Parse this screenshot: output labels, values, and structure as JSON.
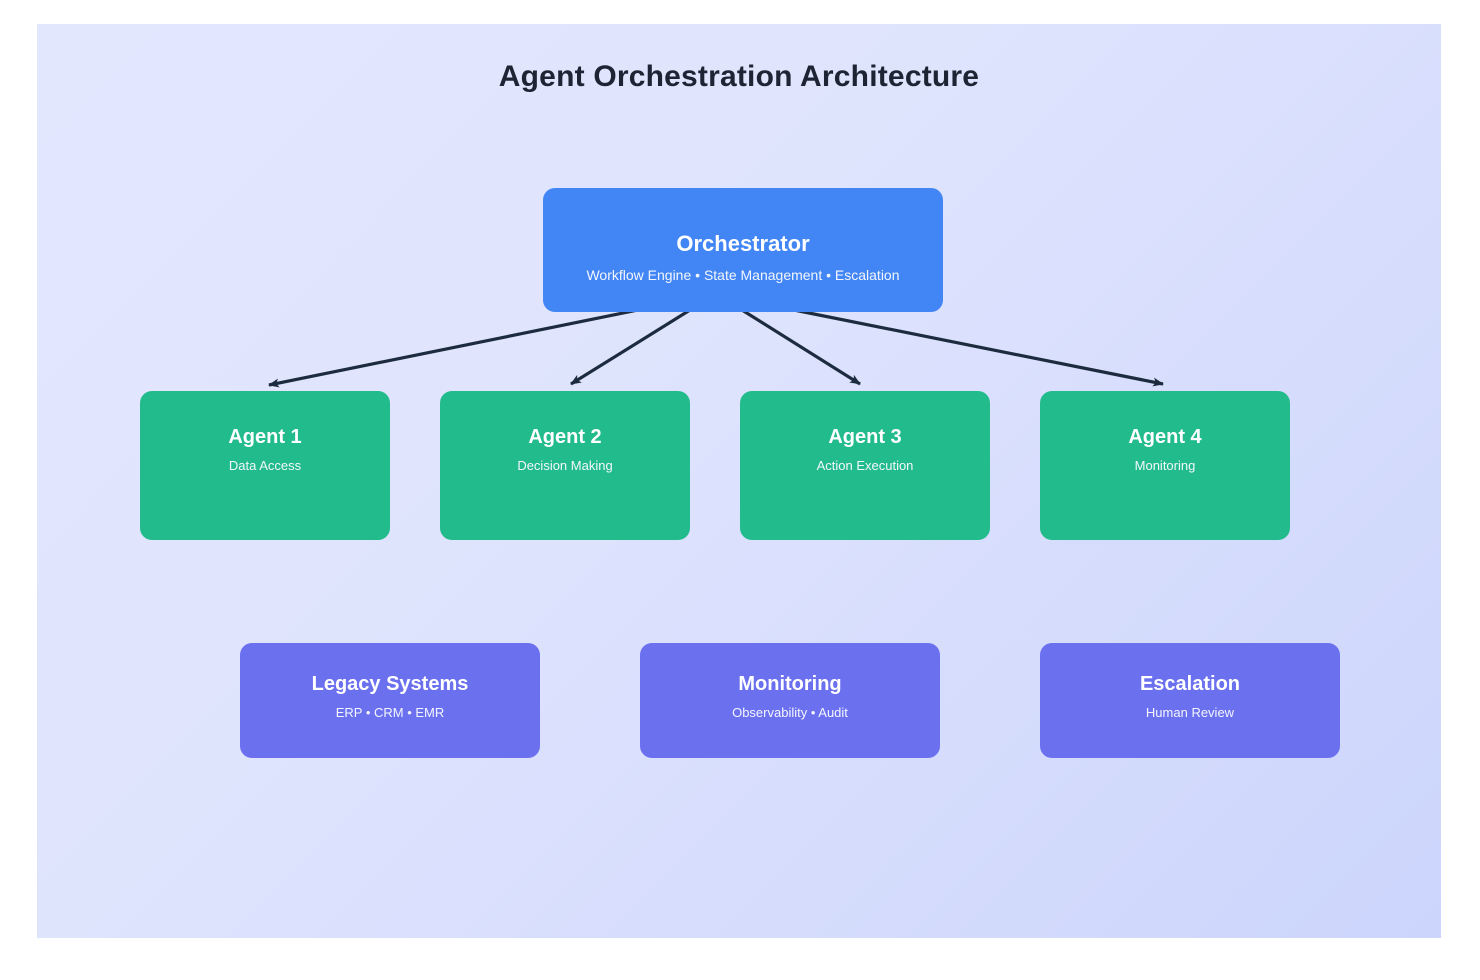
{
  "diagram": {
    "title": "Agent Orchestration Architecture",
    "background_start_color": "#e3e7fe",
    "background_end_color": "#ccd5fc",
    "edge_color": "#1d2b3f"
  },
  "orchestrator": {
    "title": "Orchestrator",
    "subtitle": "Workflow Engine • State Management • Escalation",
    "color": "#4285f4"
  },
  "agents": {
    "color": "#22bb8c",
    "items": [
      {
        "title": "Agent 1",
        "subtitle": "Data Access"
      },
      {
        "title": "Agent 2",
        "subtitle": "Decision Making"
      },
      {
        "title": "Agent 3",
        "subtitle": "Action Execution"
      },
      {
        "title": "Agent 4",
        "subtitle": "Monitoring"
      }
    ]
  },
  "support": {
    "color": "#6b70ef",
    "items": [
      {
        "title": "Legacy Systems",
        "subtitle": "ERP • CRM • EMR"
      },
      {
        "title": "Monitoring",
        "subtitle": "Observability • Audit"
      },
      {
        "title": "Escalation",
        "subtitle": "Human Review"
      }
    ]
  },
  "edges": [
    {
      "from": "orchestrator",
      "to": "agent-1"
    },
    {
      "from": "orchestrator",
      "to": "agent-2"
    },
    {
      "from": "orchestrator",
      "to": "agent-3"
    },
    {
      "from": "orchestrator",
      "to": "agent-4"
    }
  ]
}
